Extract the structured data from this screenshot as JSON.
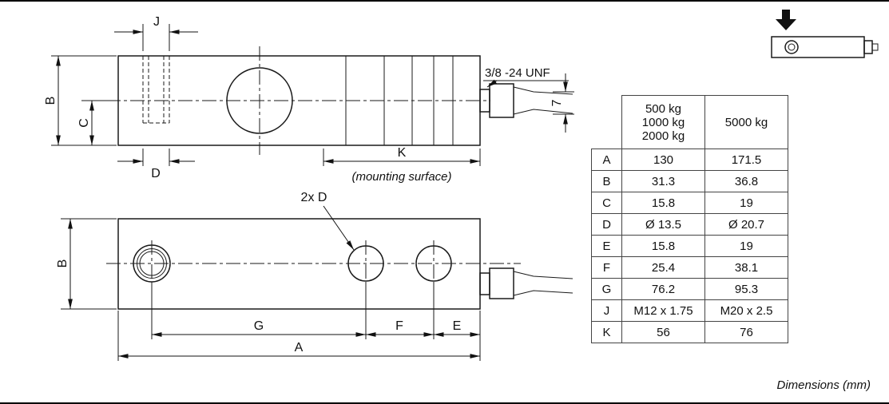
{
  "side_view": {
    "labels": {
      "j": "J",
      "b": "B",
      "c": "C",
      "d": "D",
      "k": "K",
      "thread_spec": "3/8 -24 UNF",
      "cable_dim": "7",
      "mounting_surface": "(mounting surface)"
    }
  },
  "top_view": {
    "labels": {
      "b": "B",
      "hole_callout": "2x D",
      "g": "G",
      "f": "F",
      "e": "E",
      "a": "A"
    }
  },
  "table": {
    "header": {
      "col1_lines": [
        "500 kg",
        "1000 kg",
        "2000 kg"
      ],
      "col2": "5000 kg"
    },
    "rows": [
      {
        "label": "A",
        "v1": "130",
        "v2": "171.5"
      },
      {
        "label": "B",
        "v1": "31.3",
        "v2": "36.8"
      },
      {
        "label": "C",
        "v1": "15.8",
        "v2": "19"
      },
      {
        "label": "D",
        "v1": "Ø 13.5",
        "v2": "Ø 20.7"
      },
      {
        "label": "E",
        "v1": "15.8",
        "v2": "19"
      },
      {
        "label": "F",
        "v1": "25.4",
        "v2": "38.1"
      },
      {
        "label": "G",
        "v1": "76.2",
        "v2": "95.3"
      },
      {
        "label": "J",
        "v1": "M12 x 1.75",
        "v2": "M20 x 2.5"
      },
      {
        "label": "K",
        "v1": "56",
        "v2": "76"
      }
    ]
  },
  "note": "Dimensions (mm)"
}
